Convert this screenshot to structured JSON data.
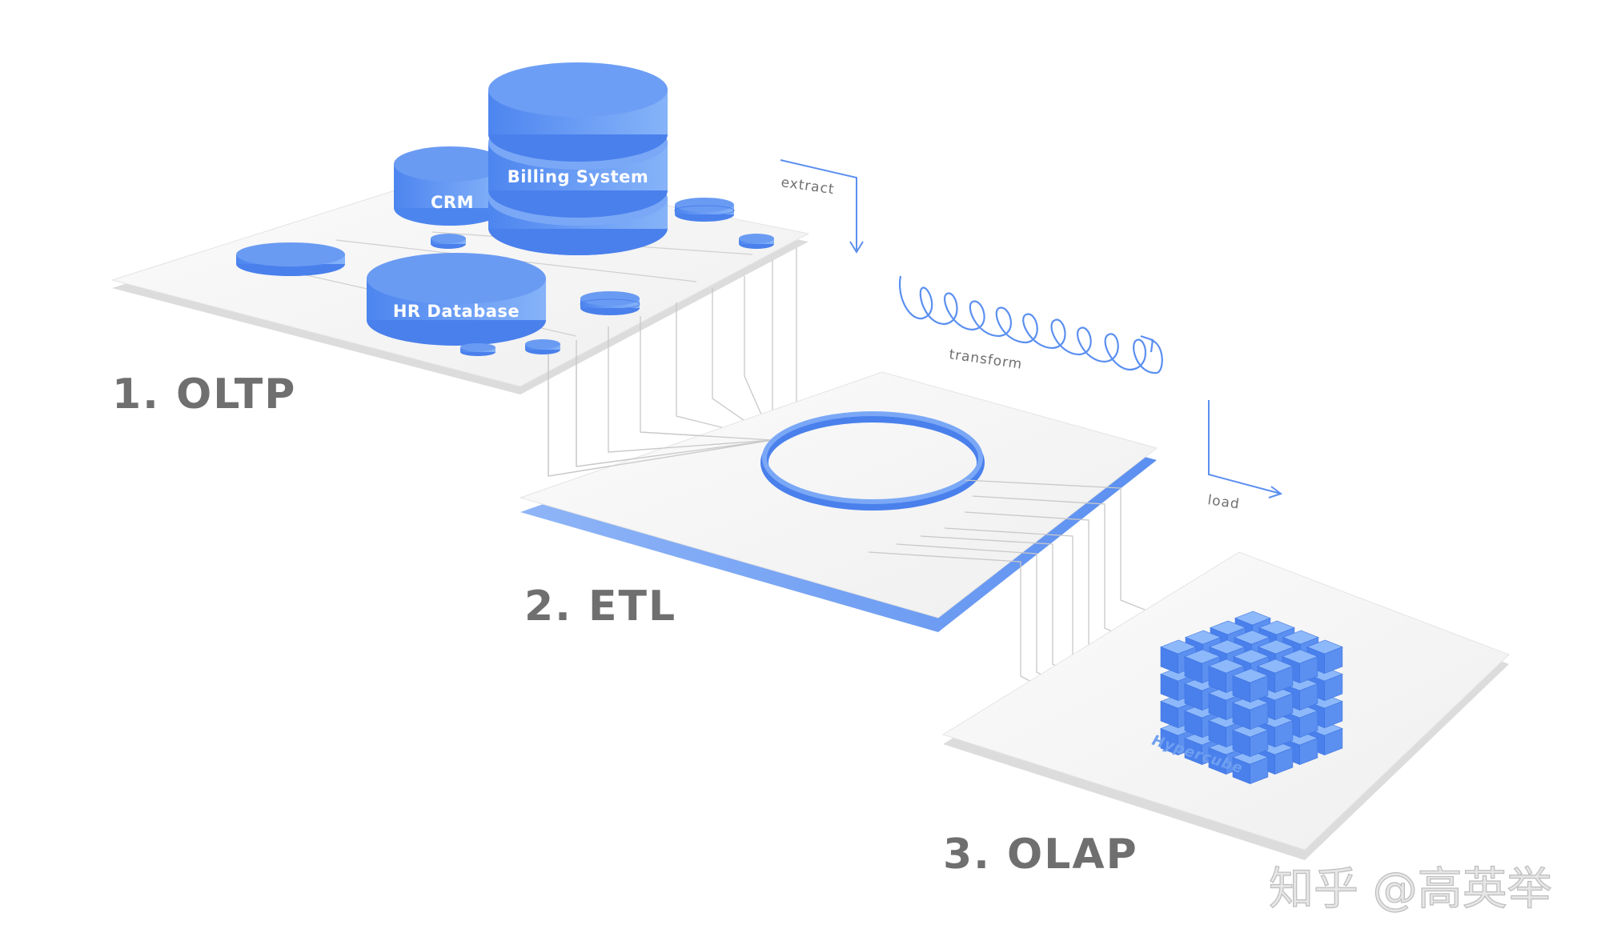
{
  "colors": {
    "accent_blue": "#5b8ff0",
    "accent_blue_dark": "#4a7fe6",
    "label_gray": "#6f6f6f",
    "plane_fill": "#f5f5f5"
  },
  "stages": {
    "oltp": "1. OLTP",
    "etl": "2. ETL",
    "olap": "3. OLAP"
  },
  "databases": {
    "billing": "Billing System",
    "crm": "CRM",
    "hr": "HR Database"
  },
  "flow": {
    "extract": "extract",
    "transform": "transform",
    "load": "load"
  },
  "hypercube": "Hypercube",
  "watermark": "知乎 @高英举"
}
